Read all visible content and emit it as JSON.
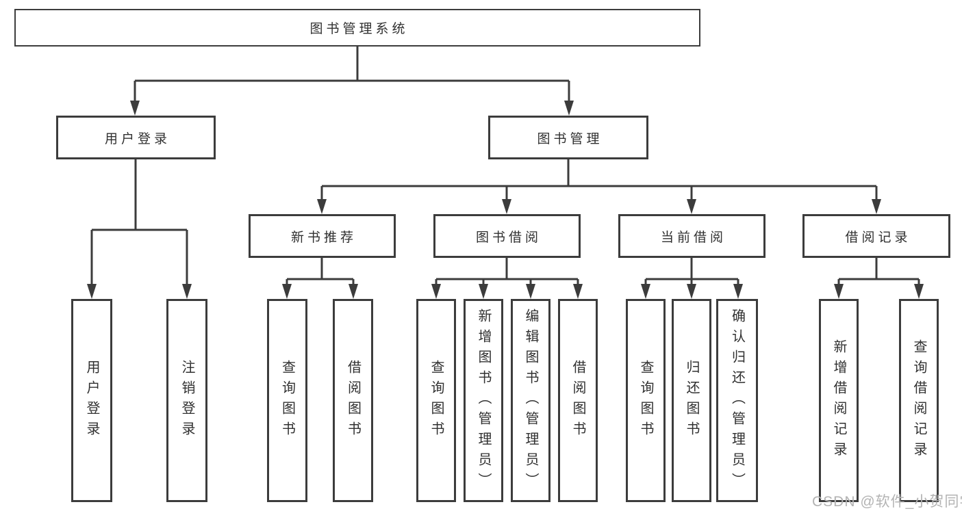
{
  "title": "图书管理系统",
  "watermark": "CSDN @软件_小贺同学",
  "colors": {
    "line": "#3c3c3c",
    "text": "#303030",
    "watermark": "#b3b3b3",
    "background": "#ffffff"
  },
  "tree": {
    "root": {
      "label": "图书管理系统"
    },
    "branches": [
      {
        "label": "用户登录",
        "children": [
          {
            "label": "用户登录"
          },
          {
            "label": "注销登录"
          }
        ]
      },
      {
        "label": "图书管理",
        "children": [
          {
            "label": "新书推荐",
            "children": [
              {
                "label": "查询图书"
              },
              {
                "label": "借阅图书"
              }
            ]
          },
          {
            "label": "图书借阅",
            "children": [
              {
                "label": "查询图书"
              },
              {
                "label": "新增图书（管理员）"
              },
              {
                "label": "编辑图书（管理员）"
              },
              {
                "label": "借阅图书"
              }
            ]
          },
          {
            "label": "当前借阅",
            "children": [
              {
                "label": "查询图书"
              },
              {
                "label": "归还图书"
              },
              {
                "label": "确认归还（管理员）"
              }
            ]
          },
          {
            "label": "借阅记录",
            "children": [
              {
                "label": "新增借阅记录"
              },
              {
                "label": "查询借阅记录"
              }
            ]
          }
        ]
      }
    ]
  }
}
